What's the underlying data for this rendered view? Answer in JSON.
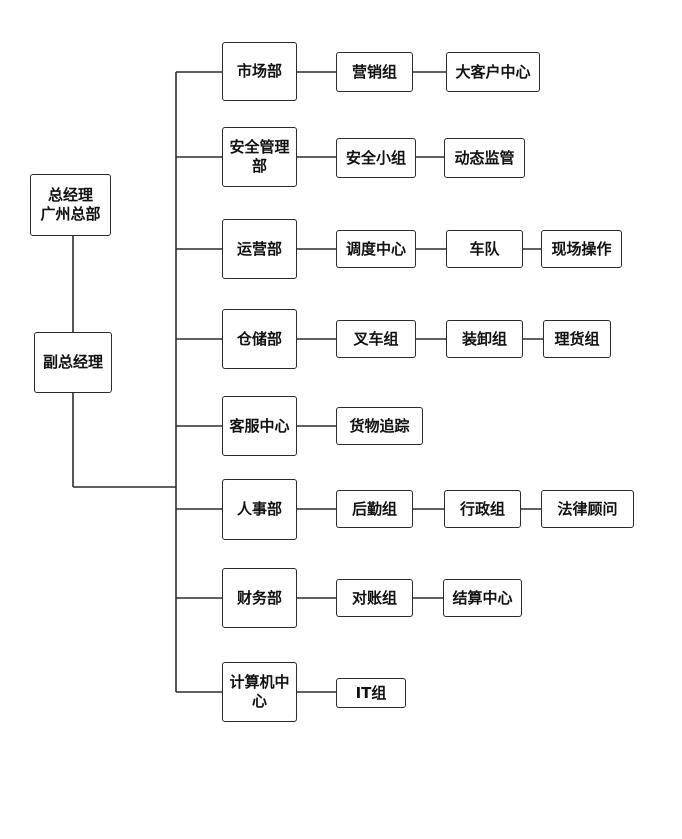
{
  "nodes": {
    "gm": "总经理\n广州总部",
    "dgm": "副总经理",
    "market": "市场部",
    "safety_mgmt": "安全管理部",
    "operations": "运营部",
    "warehouse": "仓储部",
    "customer_service": "客服中心",
    "hr": "人事部",
    "finance": "财务部",
    "computing": "计算机中心",
    "marketing_group": "营销组",
    "key_account": "大客户中心",
    "safety_group": "安全小组",
    "dynamic_monitor": "动态监管",
    "dispatch": "调度中心",
    "fleet": "车队",
    "onsite_ops": "现场操作",
    "forklift": "叉车组",
    "loading": "装卸组",
    "tally": "理货组",
    "cargo_tracking": "货物追踪",
    "logistics": "后勤组",
    "admin": "行政组",
    "legal": "法律顾问",
    "reconciliation": "对账组",
    "settlement": "结算中心",
    "it_group": "IT组"
  }
}
